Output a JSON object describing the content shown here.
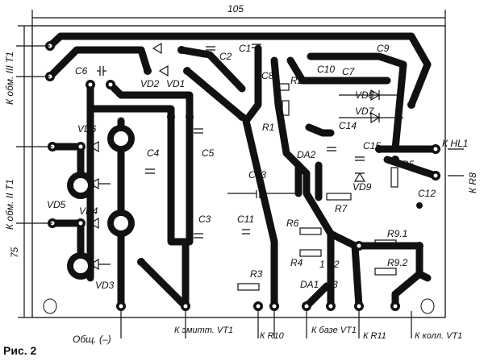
{
  "figure_caption": "Рис. 2",
  "dimensions": {
    "width": "105",
    "height": "75"
  },
  "left_labels": {
    "winding3": "К обм. III T1",
    "winding2": "К обм. II T1"
  },
  "right_labels": {
    "hl1": "К HL1",
    "r8": "К R8"
  },
  "bottom_labels": [
    {
      "text": "Общ. (–)"
    },
    {
      "text": "К эмитт. VT1"
    },
    {
      "text": "К R10"
    },
    {
      "text": "К базе VT1"
    },
    {
      "text": "К R11"
    },
    {
      "text": "К колл. VT1"
    }
  ],
  "components": {
    "C1": "C1",
    "C2": "C2",
    "C3": "C3",
    "C4": "C4",
    "C5": "C5",
    "C6": "C6",
    "C7": "C7",
    "C8": "C8",
    "C9": "C9",
    "C10": "C10",
    "C11": "C11",
    "C12": "C12",
    "C13": "C13",
    "C14": "C14",
    "C15": "C15",
    "R1": "R1",
    "R2": "R2",
    "R3": "R3",
    "R4": "R4",
    "R5": "R5",
    "R6": "R6",
    "R7": "R7",
    "R91": "R9.1",
    "R92": "R9.2",
    "VD1": "VD1",
    "VD2": "VD2",
    "VD3": "VD3",
    "VD4": "VD4",
    "VD5": "VD5",
    "VD6": "VD6",
    "VD7": "VD7",
    "VD8": "VD8",
    "VD9": "VD9",
    "DA1": "DA1",
    "DA2": "DA2",
    "pin1": "1",
    "pin2": "2",
    "pin3": "3"
  }
}
